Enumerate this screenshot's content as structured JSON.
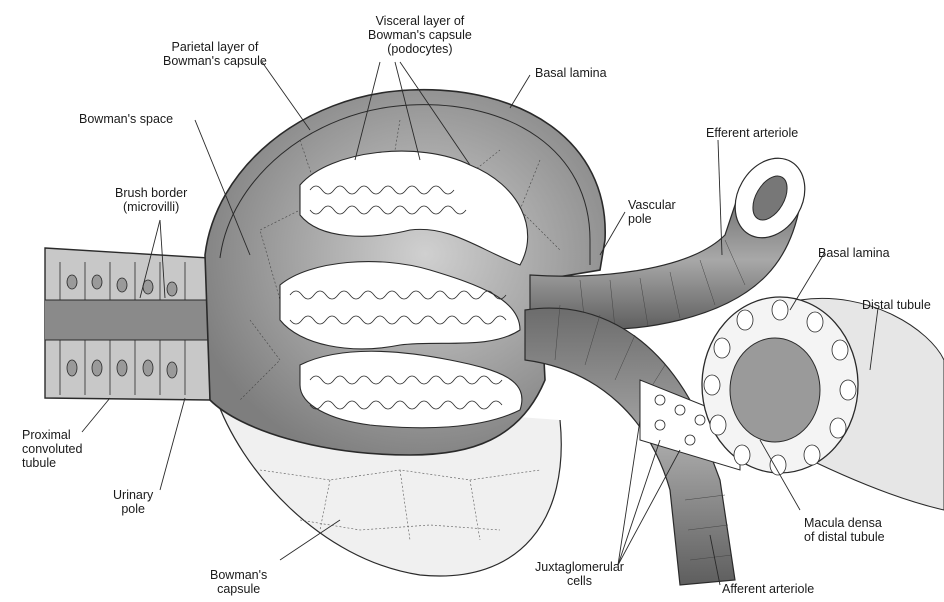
{
  "labels": {
    "visceral": "Visceral layer of\nBowman's capsule\n(podocytes)",
    "parietal": "Parietal layer of\nBowman's capsule",
    "basal_lamina_top": "Basal lamina",
    "bowmans_space": "Bowman's space",
    "efferent_arteriole": "Efferent arteriole",
    "brush_border": "Brush border\n(microvilli)",
    "vascular_pole": "Vascular\npole",
    "basal_lamina_right": "Basal lamina",
    "distal_tubule": "Distal tubule",
    "proximal_tubule": "Proximal\nconvoluted\ntubule",
    "urinary_pole": "Urinary\npole",
    "macula_densa": "Macula densa\nof distal tubule",
    "juxtaglomerular": "Juxtaglomerular\ncells",
    "bowmans_capsule": "Bowman's\ncapsule",
    "afferent_arteriole": "Afferent arteriole"
  },
  "colors": {
    "line": "#2a2a2a",
    "capsule_fill": "#9a9a9a",
    "inner_shade": "#b5b5b5",
    "vessel_fill": "#8c8c8c",
    "tubule_fill": "#d9d9d9"
  }
}
